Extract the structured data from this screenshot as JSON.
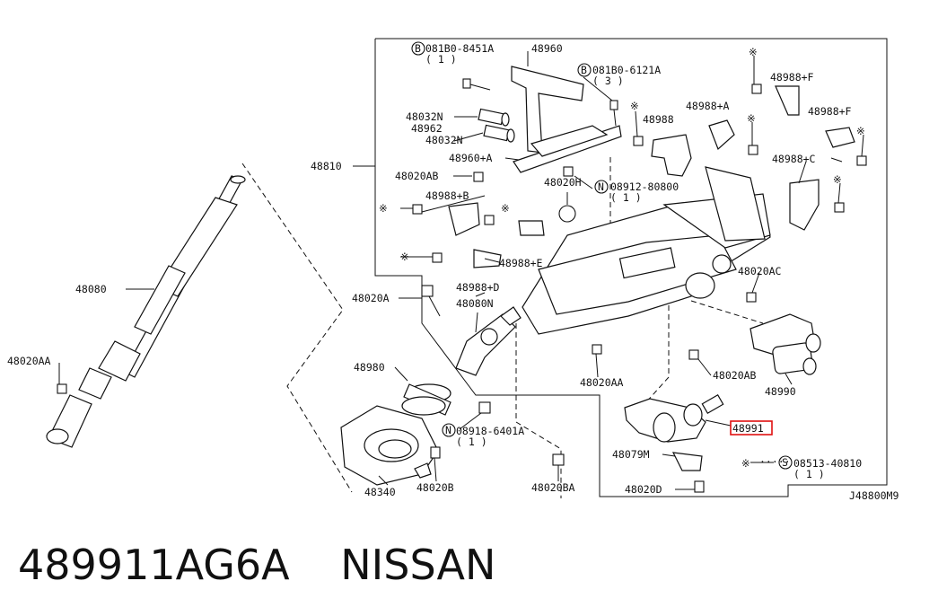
{
  "diagram_code": "J48800M9",
  "part_number": "489911AG6A",
  "brand": "NISSAN",
  "highlight_color": "#e01010",
  "labels": {
    "b_081b0_8451a": "081B0-8451A",
    "b_081b0_8451a_qty": "( 1 )",
    "p48960": "48960",
    "b_081b0_6121a": "081B0-6121A",
    "b_081b0_6121a_qty": "( 3 )",
    "p48988f_1": "48988+F",
    "p48988a": "48988+A",
    "p48988": "48988",
    "p48988f_2": "48988+F",
    "p48032n_1": "48032N",
    "p48962": "48962",
    "p48032n_2": "48032N",
    "p48960a": "48960+A",
    "p48810": "48810",
    "p48020ab_1": "48020AB",
    "p48020h": "48020H",
    "n_08912_80800": "08912-80800",
    "n_08912_80800_qty": "( 1 )",
    "p48988c": "48988+C",
    "p48988b": "48988+B",
    "p48988e": "48988+E",
    "p48020ac": "48020AC",
    "p48080": "48080",
    "p48020a": "48020A",
    "p48988d": "48988+D",
    "p48080n": "48080N",
    "p48020aa_1": "48020AA",
    "p48980": "48980",
    "p48020aa_2": "48020AA",
    "p48020ab_2": "48020AB",
    "p48990": "48990",
    "p48991": "48991",
    "n_08918_6401a": "08918-6401A",
    "n_08918_6401a_qty": "( 1 )",
    "p48079m": "48079M",
    "s_08513_40810": "08513-40810",
    "s_08513_40810_qty": "( 1 )",
    "p48340": "48340",
    "p48020b": "48020B",
    "p48020ba": "48020BA",
    "p48020d": "48020D",
    "circle_b": "B",
    "circle_n": "N",
    "circle_s": "S",
    "star": "※"
  }
}
